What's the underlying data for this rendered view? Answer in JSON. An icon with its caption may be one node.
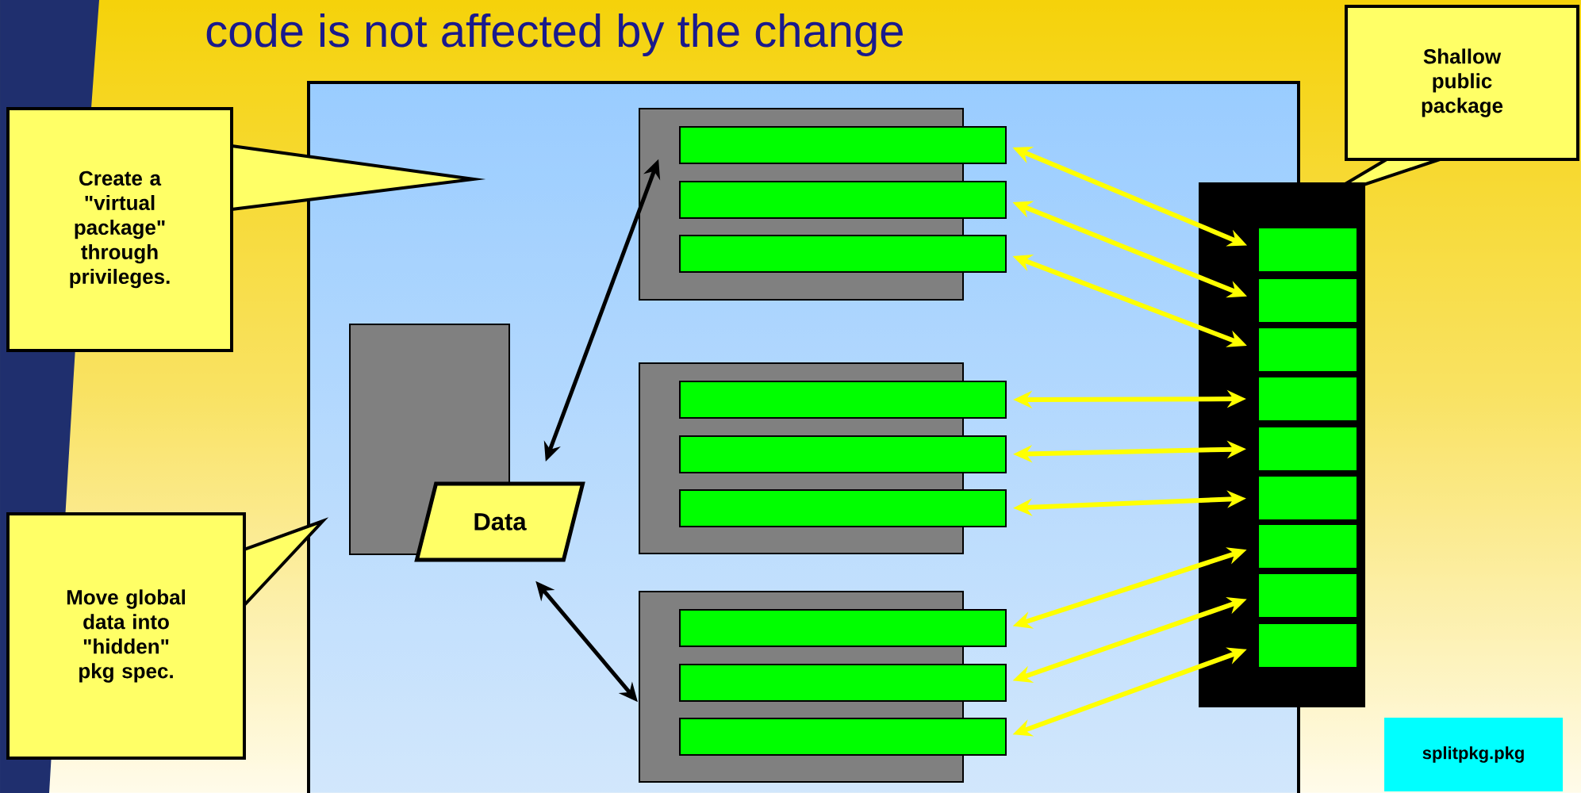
{
  "diagram": {
    "title": "code is not affected by the change",
    "nodes": [
      {
        "text": [],
        "shape": "box"
      },
      {
        "text": [
          "Create a \"virtual package\" through privileges."
        ]
      },
      {
        "text": [
          "Move global data into \"hidden\" pkg spec."
        ]
      },
      {
        "text": [
          "Shallow public package"
        ]
      },
      {
        "text": [],
        "shape": "box",
        "in": 0
      },
      {
        "text": [
          "Data"
        ],
        "in": 0
      },
      {
        "text": [],
        "shape": "box",
        "in": 0
      },
      {
        "text": [],
        "shape": "box",
        "in": 0
      },
      {
        "text": [],
        "shape": "box",
        "in": 0
      },
      {
        "text": [],
        "shape": "box",
        "in": 6
      },
      {
        "text": [],
        "shape": "box",
        "in": 6
      },
      {
        "text": [],
        "shape": "box",
        "in": 6
      },
      {
        "text": [],
        "shape": "box",
        "in": 7
      },
      {
        "text": [],
        "shape": "box",
        "in": 7
      },
      {
        "text": [],
        "shape": "box",
        "in": 7
      },
      {
        "text": [],
        "shape": "box",
        "in": 8
      },
      {
        "text": [],
        "shape": "box",
        "in": 8
      },
      {
        "text": [],
        "shape": "box",
        "in": 8
      },
      {
        "text": [],
        "shape": "box"
      },
      {
        "text": [],
        "shape": "box",
        "in": 18
      },
      {
        "text": [],
        "shape": "box",
        "in": 18
      },
      {
        "text": [],
        "shape": "box",
        "in": 18
      },
      {
        "text": [],
        "shape": "box",
        "in": 18
      },
      {
        "text": [],
        "shape": "box",
        "in": 18
      },
      {
        "text": [],
        "shape": "box",
        "in": 18
      },
      {
        "text": [],
        "shape": "box",
        "in": 18
      },
      {
        "text": [],
        "shape": "box",
        "in": 18
      },
      {
        "text": [],
        "shape": "box",
        "in": 18
      },
      {
        "text": [
          "splitpkg.pkg"
        ]
      }
    ],
    "edges": [
      {
        "from": 5,
        "to": 6,
        "arrow": "both",
        "color": "#000000"
      },
      {
        "from": 5,
        "to": 8,
        "arrow": "both",
        "color": "#000000"
      },
      {
        "from": 9,
        "to": 19,
        "arrow": "both"
      },
      {
        "from": 10,
        "to": 20,
        "arrow": "both"
      },
      {
        "from": 11,
        "to": 21,
        "arrow": "both"
      },
      {
        "from": 12,
        "to": 22,
        "arrow": "both"
      },
      {
        "from": 13,
        "to": 23,
        "arrow": "both"
      },
      {
        "from": 14,
        "to": 24,
        "arrow": "both"
      },
      {
        "from": 15,
        "to": 25,
        "arrow": "both"
      },
      {
        "from": 16,
        "to": 26,
        "arrow": "both"
      },
      {
        "from": 17,
        "to": 27,
        "arrow": "both"
      }
    ]
  }
}
